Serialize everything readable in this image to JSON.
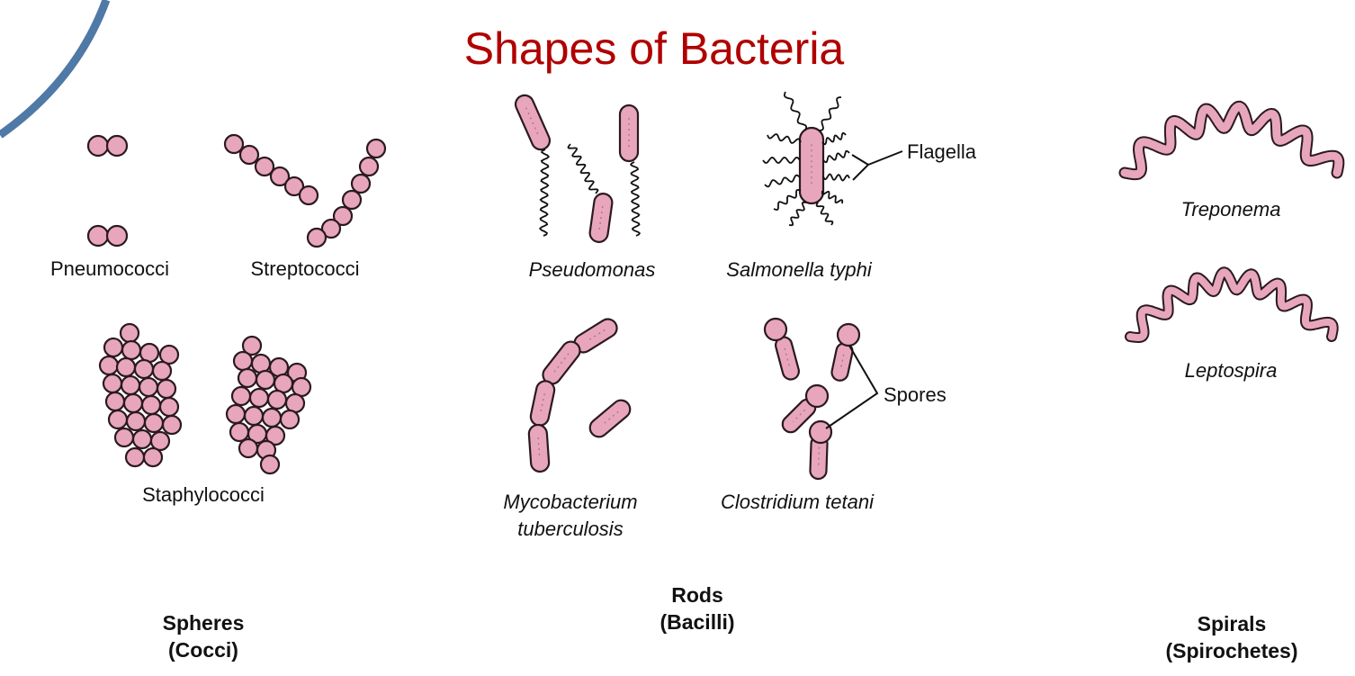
{
  "title": "Shapes of Bacteria",
  "colors": {
    "title": "#b00000",
    "cell_fill": "#e8a6bc",
    "cell_stroke": "#2a1a20",
    "outline": "#111111",
    "accent_arc": "#4f79a6"
  },
  "groups": {
    "spheres": {
      "line1": "Spheres",
      "line2": "(Cocci)"
    },
    "rods": {
      "line1": "Rods",
      "line2": "(Bacilli)"
    },
    "spirals": {
      "line1": "Spirals",
      "line2": "(Spirochetes)"
    }
  },
  "labels": {
    "pneumococci": "Pneumococci",
    "streptococci": "Streptococci",
    "staphylococci": "Staphylococci",
    "pseudomonas": "Pseudomonas",
    "salmonella": "Salmonella typhi",
    "flagella": "Flagella",
    "mycobacterium_line1": "Mycobacterium",
    "mycobacterium_line2": "tuberculosis",
    "clostridium": "Clostridium tetani",
    "spores": "Spores",
    "treponema": "Treponema",
    "leptospira": "Leptospira"
  }
}
